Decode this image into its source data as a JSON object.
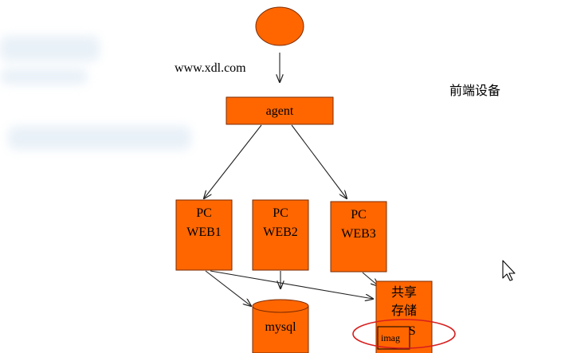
{
  "diagram": {
    "url_label": "www.xdl.com",
    "agent_label": "agent",
    "side_label": "前端设备",
    "pc_web_1": {
      "line1": "PC",
      "line2": "WEB1"
    },
    "pc_web_2": {
      "line1": "PC",
      "line2": "WEB2"
    },
    "pc_web_3": {
      "line1": "PC",
      "line2": "WEB3"
    },
    "mysql_label": "mysql",
    "shared_storage": {
      "line1": "共享",
      "line2": "存储",
      "line3": "NFS"
    },
    "imag_label": "imag"
  },
  "colors": {
    "node_fill": "#ff6600",
    "annotation_circle": "#d81e1e"
  },
  "icons": {
    "cursor": "mouse-pointer-icon"
  }
}
